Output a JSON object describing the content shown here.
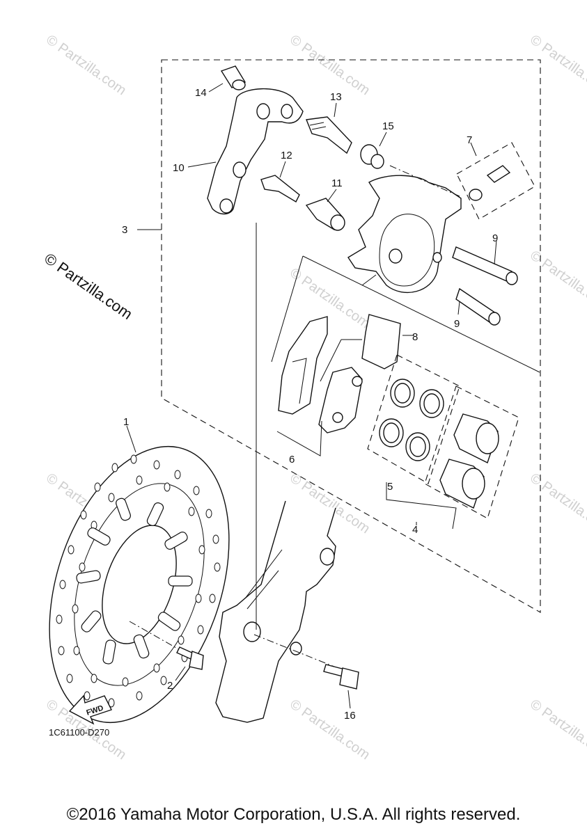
{
  "watermark": {
    "text": "© Partzilla.com",
    "repeat_text": "© Partzilla.com"
  },
  "callouts": {
    "c1": "1",
    "c2": "2",
    "c3": "3",
    "c4": "4",
    "c5": "5",
    "c6": "6",
    "c7": "7",
    "c8": "8",
    "c9a": "9",
    "c9b": "9",
    "c10": "10",
    "c11": "11",
    "c12": "12",
    "c13": "13",
    "c14": "14",
    "c15": "15",
    "c16": "16"
  },
  "fwd_label": "FWD",
  "figure_code": "1C61100-D270",
  "copyright": "©2016 Yamaha Motor Corporation, U.S.A. All rights reserved."
}
